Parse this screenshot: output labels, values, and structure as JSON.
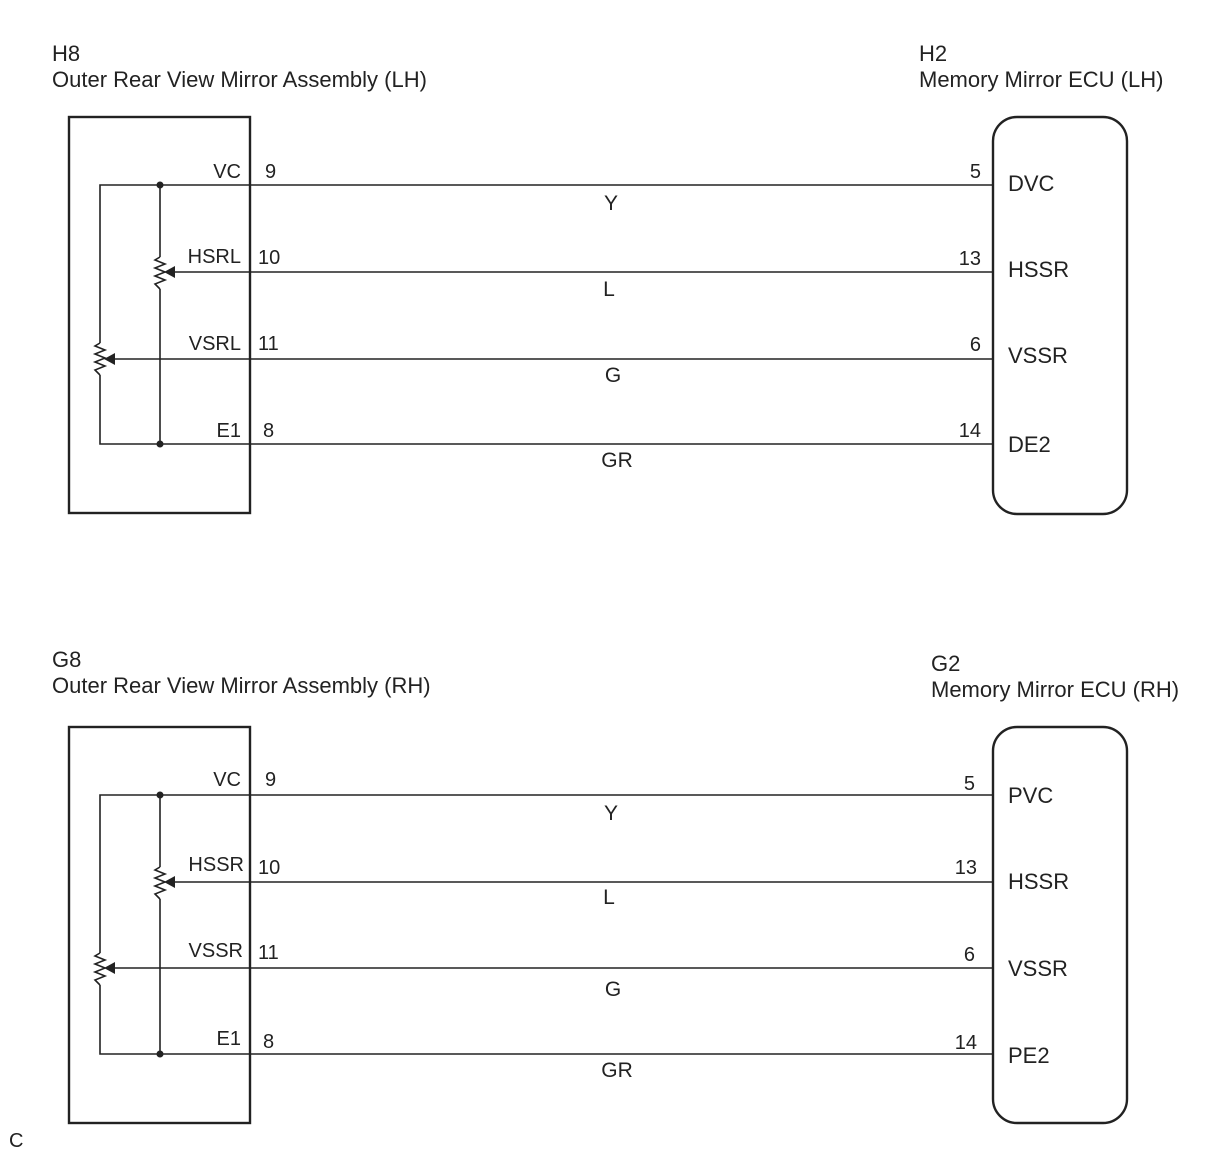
{
  "colors": {
    "line": "#222222",
    "background": "#ffffff"
  },
  "diagrams": [
    {
      "left": {
        "code": "H8",
        "name": "Outer Rear View Mirror Assembly (LH)"
      },
      "right": {
        "code": "H2",
        "name": "Memory Mirror ECU (LH)"
      },
      "wires": [
        {
          "left_label": "VC",
          "left_pin": "9",
          "color": "Y",
          "right_pin": "5",
          "right_label": "DVC",
          "direction": "to-ecu"
        },
        {
          "left_label": "HSRL",
          "left_pin": "10",
          "color": "L",
          "right_pin": "13",
          "right_label": "HSSR",
          "direction": "to-mirror"
        },
        {
          "left_label": "VSRL",
          "left_pin": "11",
          "color": "G",
          "right_pin": "6",
          "right_label": "VSSR",
          "direction": "to-mirror"
        },
        {
          "left_label": "E1",
          "left_pin": "8",
          "color": "GR",
          "right_pin": "14",
          "right_label": "DE2",
          "direction": "to-ecu"
        }
      ]
    },
    {
      "left": {
        "code": "G8",
        "name": "Outer Rear View Mirror Assembly (RH)"
      },
      "right": {
        "code": "G2",
        "name": "Memory Mirror ECU (RH)"
      },
      "wires": [
        {
          "left_label": "VC",
          "left_pin": "9",
          "color": "Y",
          "right_pin": "5",
          "right_label": "PVC",
          "direction": "to-ecu"
        },
        {
          "left_label": "HSSR",
          "left_pin": "10",
          "color": "L",
          "right_pin": "13",
          "right_label": "HSSR",
          "direction": "to-mirror"
        },
        {
          "left_label": "VSSR",
          "left_pin": "11",
          "color": "G",
          "right_pin": "6",
          "right_label": "VSSR",
          "direction": "to-mirror"
        },
        {
          "left_label": "E1",
          "left_pin": "8",
          "color": "GR",
          "right_pin": "14",
          "right_label": "PE2",
          "direction": "to-ecu"
        }
      ]
    }
  ],
  "footer_code": "C"
}
